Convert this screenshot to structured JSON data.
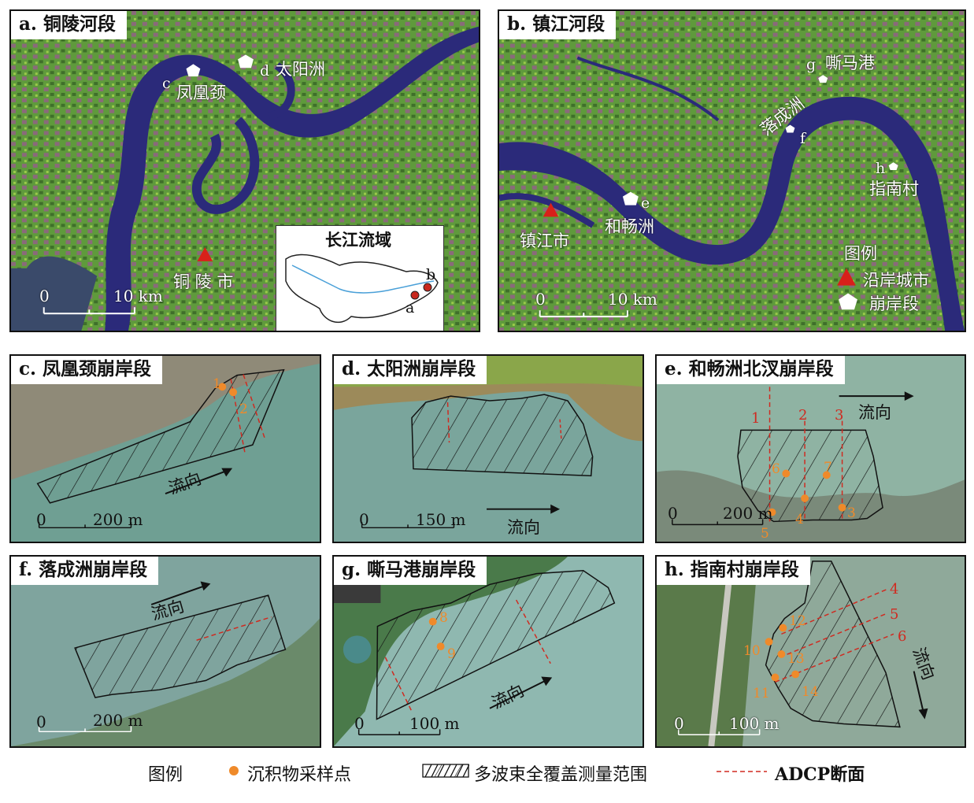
{
  "panels": {
    "a": {
      "title": "a. 铜陵河段",
      "places": {
        "c": "c",
        "c_name": "凤凰颈",
        "d": "d",
        "d_name": "太阳洲",
        "city": "铜 陵 市"
      },
      "scale": {
        "zero": "0",
        "max": "10 km"
      }
    },
    "inset": {
      "title": "长江流域",
      "a": "a",
      "b": "b"
    },
    "b": {
      "title": "b. 镇江河段",
      "places": {
        "g": "g",
        "g_name": "嘶马港",
        "luo": "落成洲",
        "f": "f",
        "h": "h",
        "h_name": "指南村",
        "e": "e",
        "e_name": "和畅洲",
        "city": "镇江市"
      },
      "scale": {
        "zero": "0",
        "max": "10 km"
      },
      "legend": {
        "title": "图例",
        "city": "沿岸城市",
        "bank": "崩岸段"
      }
    },
    "c": {
      "title": "c. 凤凰颈崩岸段",
      "points": [
        "1",
        "2"
      ],
      "flow": "流向",
      "scale": {
        "zero": "0",
        "max": "200 m"
      }
    },
    "d": {
      "title": "d. 太阳洲崩岸段",
      "flow": "流向",
      "scale": {
        "zero": "0",
        "max": "150 m"
      }
    },
    "e": {
      "title": "e. 和畅洲北汊崩岸段",
      "sections": [
        "1",
        "2",
        "3"
      ],
      "points": [
        "6",
        "7",
        "4",
        "3",
        "5"
      ],
      "flow": "流向",
      "scale": {
        "zero": "0",
        "max": "200 m"
      }
    },
    "f": {
      "title": "f. 落成洲崩岸段",
      "flow": "流向",
      "scale": {
        "zero": "0",
        "max": "200 m"
      }
    },
    "g": {
      "title": "g. 嘶马港崩岸段",
      "points": [
        "8",
        "9"
      ],
      "flow": "流向",
      "scale": {
        "zero": "0",
        "max": "100 m"
      }
    },
    "h": {
      "title": "h. 指南村崩岸段",
      "sections": [
        "4",
        "5",
        "6"
      ],
      "points": [
        "12",
        "10",
        "13",
        "11",
        "14"
      ],
      "flow": "流向",
      "scale": {
        "zero": "0",
        "max": "100 m"
      }
    }
  },
  "legend": {
    "title": "图例",
    "sample": "沉积物采样点",
    "multibeam": "多波束全覆盖测量范围",
    "adcp": "ADCP断面"
  },
  "colors": {
    "river": "#2b2a7a",
    "land": "#5c9a3a",
    "water_aerial": "#6f9f93",
    "sample": "#ef8a2a",
    "adcp": "#d02a20",
    "city": "#d8201a"
  }
}
